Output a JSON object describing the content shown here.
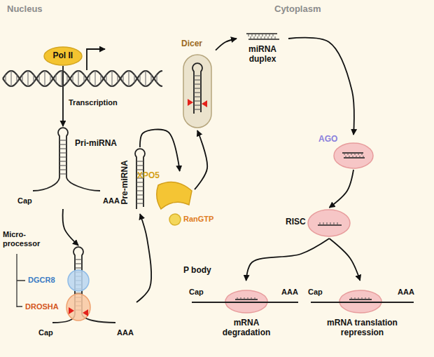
{
  "diagram": {
    "nodes": [
      {
        "text": [
          "Nucleus"
        ]
      },
      {
        "text": [
          "Pol II"
        ],
        "in": 0
      },
      {
        "text": [
          "Pri-miRNA",
          "Cap",
          "AAA"
        ],
        "in": 0
      },
      {
        "text": [
          "Cap",
          "AAA"
        ],
        "in": 0
      },
      {
        "text": [
          "DGCR8"
        ],
        "in": 0
      },
      {
        "text": [
          "DROSHA"
        ],
        "in": 0
      },
      {
        "text": [
          "Pre-miRNA"
        ],
        "in": 0
      },
      {
        "text": [
          "XPO5"
        ]
      },
      {
        "text": [
          "RanGTP"
        ]
      },
      {
        "text": [
          "Cytoplasm"
        ]
      },
      {
        "text": [
          "Dicer"
        ],
        "in": 9
      },
      {
        "text": [
          "miRNA duplex"
        ],
        "in": 9
      },
      {
        "text": [
          "AGO"
        ],
        "in": 9
      },
      {
        "text": [
          "RISC"
        ],
        "in": 9
      },
      {
        "text": [
          "P body"
        ],
        "in": 9
      },
      {
        "text": [
          "mRNA degradation",
          "Cap",
          "AAA"
        ],
        "in": 14
      },
      {
        "text": [
          "mRNA translation repression",
          "Cap",
          "AAA"
        ],
        "in": 14
      }
    ],
    "edges": [
      {
        "from": 1,
        "to": 2,
        "label": "Transcription",
        "arrow": "to"
      },
      {
        "from": 2,
        "to": 3,
        "arrow": "to"
      },
      {
        "from": 3,
        "to": 6,
        "arrow": "to"
      },
      {
        "from": 6,
        "to": 7,
        "arrow": "to"
      },
      {
        "from": 7,
        "to": 10,
        "arrow": "to"
      },
      {
        "from": 10,
        "to": 11,
        "arrow": "to"
      },
      {
        "from": 11,
        "to": 12,
        "arrow": "to"
      },
      {
        "from": 12,
        "to": 13,
        "arrow": "to"
      },
      {
        "from": 13,
        "to": 15,
        "arrow": "to"
      },
      {
        "from": 13,
        "to": 16,
        "arrow": "to"
      }
    ],
    "labels": [
      "Micro- processor"
    ]
  }
}
